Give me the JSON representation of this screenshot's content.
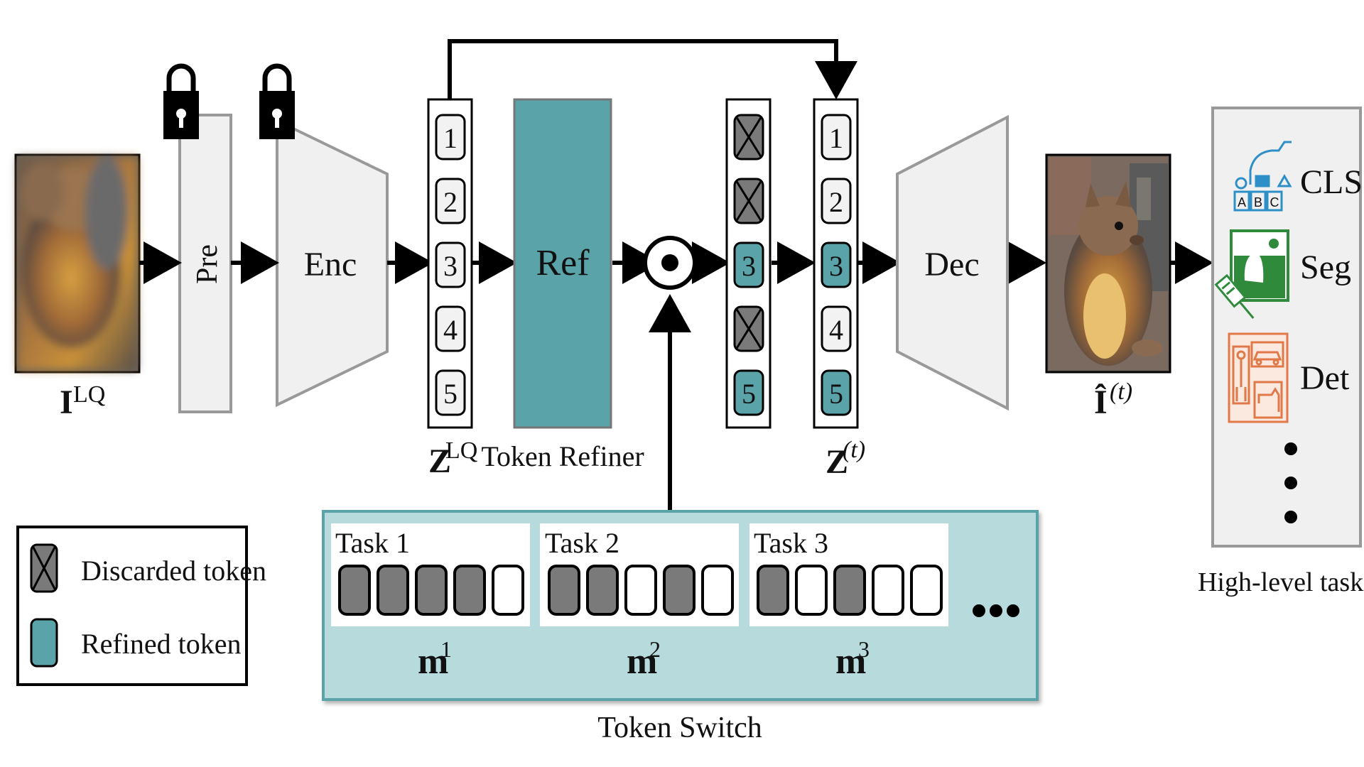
{
  "colors": {
    "teal": "#5aa3a8",
    "teal_light": "#b7dbdd",
    "discarded_gray": "#7a7a7a",
    "panel_gray": "#f0f0f0",
    "cls_blue": "#2e8fc8",
    "seg_green": "#2f8a3c",
    "det_orange": "#e07848"
  },
  "labels": {
    "input_image_label": "I",
    "input_image_sup": "LQ",
    "pre_label": "Pre",
    "enc_label": "Enc",
    "z_lq_label": "Z",
    "z_lq_sup": "LQ",
    "ref_label": "Ref",
    "token_refiner_label": "Token Refiner",
    "z_t_label": "Z",
    "z_t_sup": "(t)",
    "dec_label": "Dec",
    "output_image_label": "Î",
    "output_image_sup": "(t)",
    "token_switch_label": "Token Switch",
    "high_level_label": "High-level tasks"
  },
  "tokens": {
    "z_lq": [
      "1",
      "2",
      "3",
      "4",
      "5"
    ],
    "masked": [
      "",
      "",
      "3",
      "",
      "5"
    ],
    "z_t": [
      "1",
      "2",
      "3",
      "4",
      "5"
    ]
  },
  "tasks": [
    {
      "title": "Task 1",
      "mask_label": "m",
      "mask_sup": "1"
    },
    {
      "title": "Task 2",
      "mask_label": "m",
      "mask_sup": "2"
    },
    {
      "title": "Task 3",
      "mask_label": "m",
      "mask_sup": "3"
    }
  ],
  "task_ellipsis": "•••",
  "high_level_tasks": [
    {
      "label": "CLS",
      "icon": "abc-blocks-robot-icon"
    },
    {
      "label": "Seg",
      "icon": "paint-brush-segmentation-icon"
    },
    {
      "label": "Det",
      "icon": "detection-boxes-icon"
    }
  ],
  "legend": {
    "discarded": "Discarded token",
    "refined": "Refined token"
  },
  "abc_letters": [
    "A",
    "B",
    "C"
  ]
}
